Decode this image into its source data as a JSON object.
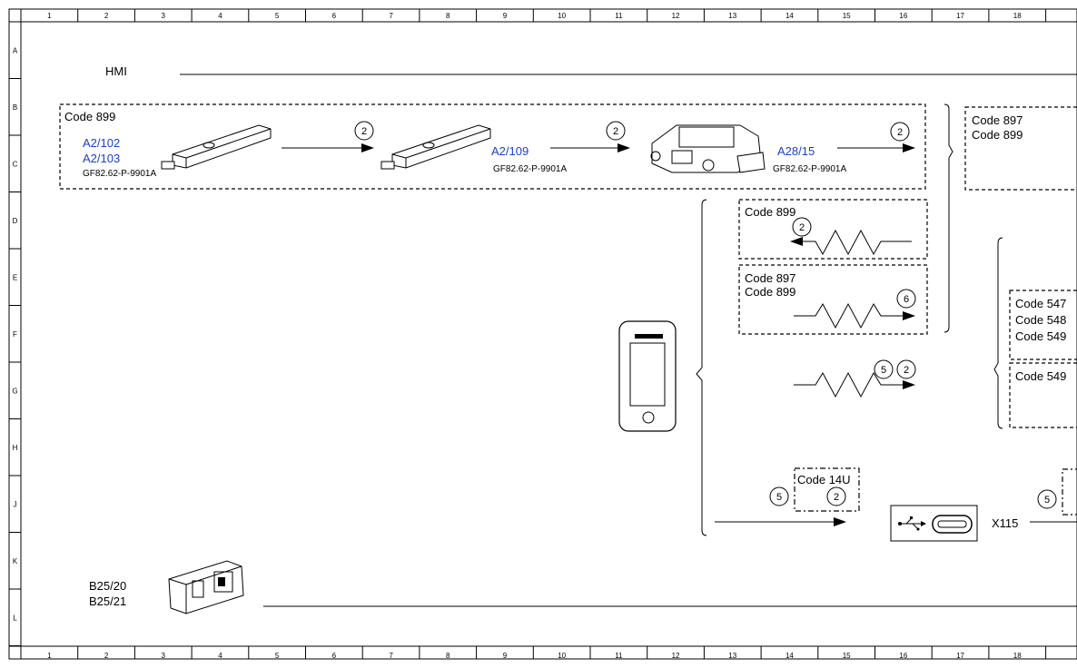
{
  "grid": {
    "columns": [
      "1",
      "2",
      "3",
      "4",
      "5",
      "6",
      "7",
      "8",
      "9",
      "10",
      "11",
      "12",
      "13",
      "14",
      "15",
      "16",
      "17",
      "18"
    ],
    "rows": [
      "A",
      "B",
      "C",
      "D",
      "E",
      "F",
      "G",
      "H",
      "J",
      "K",
      "L"
    ]
  },
  "labels": {
    "hmi": "HMI",
    "code_899_top": "Code 899",
    "a2_102": "A2/102",
    "a2_103": "A2/103",
    "gf_1": "GF82.62-P-9901A",
    "a2_109": "A2/109",
    "gf_2": "GF82.62-P-9901A",
    "a28_15": "A28/15",
    "gf_3": "GF82.62-P-9901A",
    "code_897_right": "Code 897",
    "code_899_right": "Code 899",
    "code_899_d": "Code 899",
    "code_897_e": "Code 897",
    "code_899_e": "Code 899",
    "code_547": "Code 547",
    "code_548": "Code 548",
    "code_549_f": "Code 549",
    "code_549_g": "Code 549",
    "code_14u": "Code 14U",
    "x115": "X115",
    "b25_20": "B25/20",
    "b25_21": "B25/21"
  },
  "callouts": {
    "c1": "2",
    "c2": "2",
    "c3": "2",
    "c4": "2",
    "c5": "6",
    "c6": "5",
    "c7": "2",
    "c8": "5",
    "c9": "2",
    "c10": "5"
  }
}
